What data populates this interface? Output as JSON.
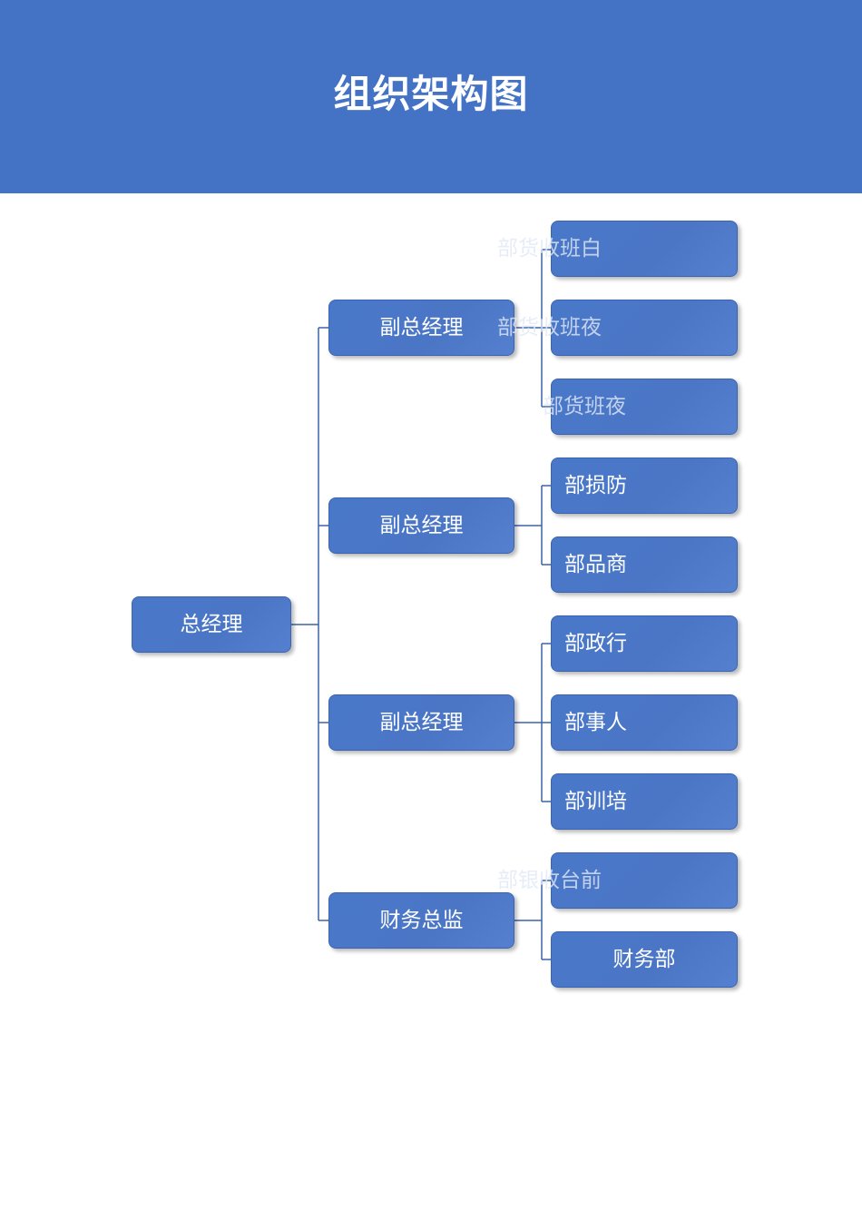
{
  "theme": {
    "header_bg": "#4472c4",
    "node_bg": "#4a78c9",
    "line_color": "#3d63a8"
  },
  "title": "组织架构图",
  "root": "总经理",
  "managers": [
    "副总经理",
    "副总经理",
    "副总经理",
    "财务总监"
  ],
  "departments": [
    "部货收班白",
    "部货收班夜",
    "部货班夜",
    "部损防",
    "部品商",
    "部政行",
    "部事人",
    "部训培",
    "部银收台前",
    "财务部"
  ]
}
